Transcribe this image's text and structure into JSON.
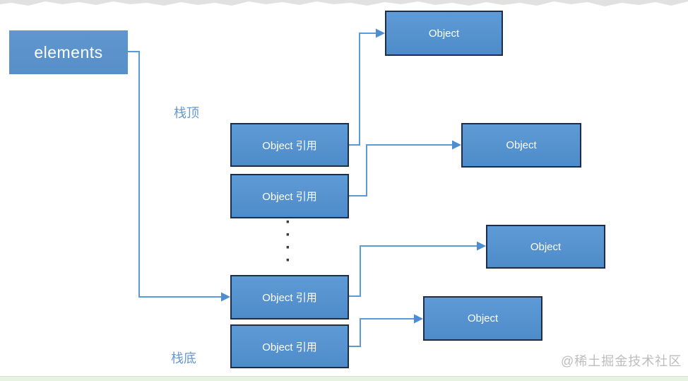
{
  "diagram": {
    "title_hint": "array of object references pointing to heap objects",
    "elements_box": {
      "label": "elements"
    },
    "labels": {
      "stack_top": "栈顶",
      "stack_bottom": "栈底"
    },
    "stack": [
      {
        "label": "Object 引用"
      },
      {
        "label": "Object 引用"
      },
      {
        "label": "Object 引用"
      },
      {
        "label": "Object 引用"
      }
    ],
    "objects": [
      {
        "label": "Object"
      },
      {
        "label": "Object"
      },
      {
        "label": "Object"
      },
      {
        "label": "Object"
      }
    ],
    "dots": [
      "·",
      "·",
      "·",
      "·"
    ],
    "watermark": "@稀土掘金技术社区",
    "colors": {
      "node_fill": "#5591d0",
      "node_border": "#1d2e4c",
      "connector": "#5b9bd5",
      "side_label_blue": "#6898cf",
      "watermark_gray": "#bdbdbd",
      "footer_strip_green": "#e9f1e2"
    }
  }
}
